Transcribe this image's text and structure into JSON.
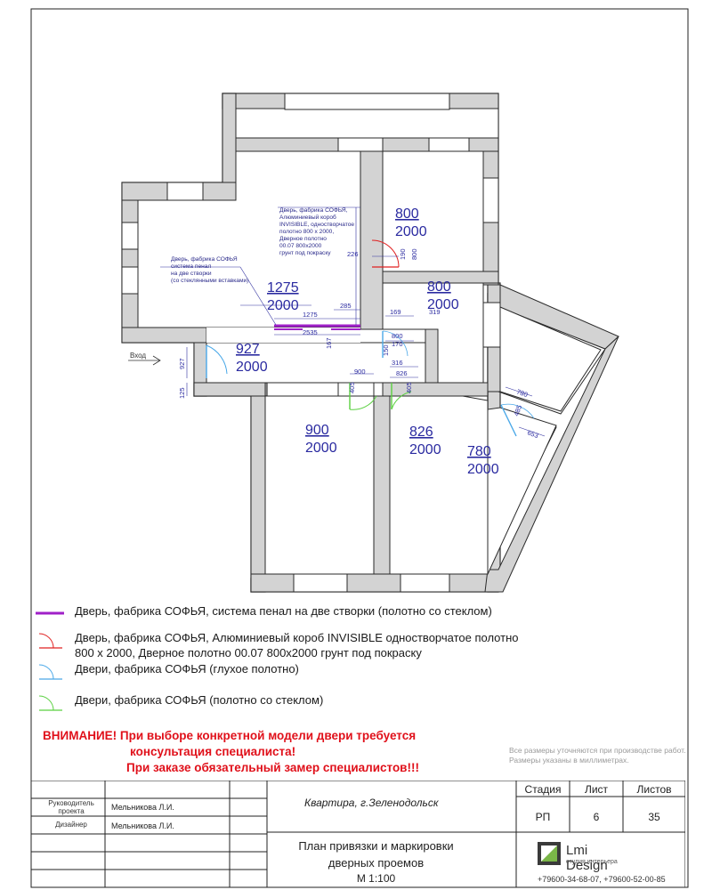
{
  "plan": {
    "entrance_label": "Вход",
    "annotations": {
      "sofia_pencil": "Дверь, фабрика СОФЬЯ\nсистема пенал\nна две створки\n(со стеклянными вставками)",
      "sofia_invisible": "Дверь, фабрика СОФЬЯ,\nАлюминиевый короб\nINVISIBLE, одностворчатое\nполотно 800 х 2000,\nДверное полотно\n00.07 800х2000\nгрунт под покраску"
    },
    "door_marks": [
      {
        "width": "800",
        "height": "2000"
      },
      {
        "width": "800",
        "height": "2000"
      },
      {
        "width": "1275",
        "height": "2000"
      },
      {
        "width": "927",
        "height": "2000"
      },
      {
        "width": "900",
        "height": "2000"
      },
      {
        "width": "826",
        "height": "2000"
      },
      {
        "width": "780",
        "height": "2000"
      }
    ],
    "dimensions": [
      "226",
      "190",
      "800",
      "285",
      "1275",
      "2535",
      "167",
      "169",
      "319",
      "800",
      "170",
      "150",
      "316",
      "826",
      "900",
      "405",
      "405",
      "927",
      "125",
      "780",
      "485",
      "653"
    ]
  },
  "legend": [
    {
      "color": "#a020c8",
      "type": "pencil",
      "text": "Дверь, фабрика СОФЬЯ, система пенал на две створки (полотно со стеклом)"
    },
    {
      "color": "#e02020",
      "type": "swing",
      "text": "Дверь, фабрика СОФЬЯ, Алюминиевый короб INVISIBLE одностворчатое полотно\n800  х 2000, Дверное полотно 00.07 800х2000 грунт под покраску"
    },
    {
      "color": "#4aa8e8",
      "type": "swing",
      "text": "Двери, фабрика СОФЬЯ (глухое полотно)"
    },
    {
      "color": "#5ad040",
      "type": "swing",
      "text": "Двери, фабрика СОФЬЯ (полотно со стеклом)"
    }
  ],
  "warning": {
    "line1": "ВНИМАНИЕ! При выборе конкретной модели двери требуется",
    "line2": "консультация специалиста!",
    "line3": "При заказе обязательный замер специалистов!!!"
  },
  "note": {
    "line1": "Все размеры уточняются при производстве работ.",
    "line2": "Размеры указаны в миллиметрах."
  },
  "title_block": {
    "role1": "Руководитель\nпроекта",
    "name1": "Мельникова Л.И.",
    "role2": "Дизайнер",
    "name2": "Мельникова Л.И.",
    "project": "Квартира, г.Зеленодольск",
    "sheet_title_1": "План привязки и маркировки",
    "sheet_title_2": "дверных проемов",
    "scale": "М 1:100",
    "stage_header": "Стадия",
    "sheet_header": "Лист",
    "sheets_header": "Листов",
    "stage": "РП",
    "sheet": "6",
    "sheets": "35",
    "company": "Lmi Design",
    "company_tagline": "студия интерьера",
    "phones": "+79600-34-68-07, +79600-52-00-85"
  }
}
